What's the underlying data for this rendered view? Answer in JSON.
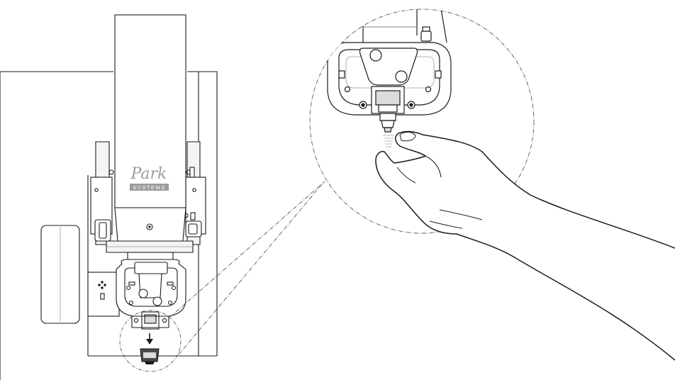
{
  "figure": {
    "brand_logo": {
      "wordmark": "Park",
      "subtitle": "SYSTEMS"
    },
    "colors": {
      "outline": "#1a1a1a",
      "outline_light": "#9a9a9a",
      "fill_light": "#f4f4f4",
      "fill_mid": "#dcdcdc",
      "fill_dark": "#4a4a4a",
      "logo_gray": "#9c9c9c",
      "background": "#ffffff"
    },
    "callout_style": "dash-dot"
  }
}
